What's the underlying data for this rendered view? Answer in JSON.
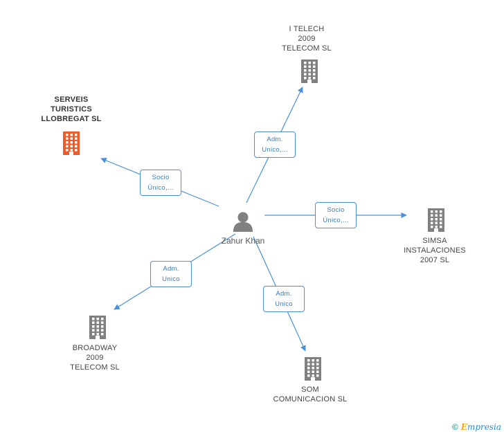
{
  "center": {
    "name": "Zahur Khan",
    "icon": "person-icon"
  },
  "companies": [
    {
      "id": "serveis",
      "lines": [
        "SERVEIS",
        "TURISTICS",
        "LLOBREGAT SL"
      ],
      "highlight": true,
      "color": "#f05a28",
      "icon": "building-icon"
    },
    {
      "id": "itelech",
      "lines": [
        "I TELECH",
        "2009",
        "TELECOM SL"
      ],
      "highlight": false,
      "color": "#808080",
      "icon": "building-icon"
    },
    {
      "id": "simsa",
      "lines": [
        "SIMSA",
        "INSTALACIONES",
        "2007 SL"
      ],
      "highlight": false,
      "color": "#808080",
      "icon": "building-icon"
    },
    {
      "id": "broadway",
      "lines": [
        "BROADWAY",
        "2009",
        "TELECOM SL"
      ],
      "highlight": false,
      "color": "#808080",
      "icon": "building-icon"
    },
    {
      "id": "som",
      "lines": [
        "SOM",
        "COMUNICACION SL"
      ],
      "highlight": false,
      "color": "#808080",
      "icon": "building-icon"
    }
  ],
  "relations": [
    {
      "to": "serveis",
      "lines": [
        "Socio",
        "Único,..."
      ]
    },
    {
      "to": "itelech",
      "lines": [
        "Adm.",
        "Unico,..."
      ]
    },
    {
      "to": "simsa",
      "lines": [
        "Socio",
        "Único,..."
      ]
    },
    {
      "to": "broadway",
      "lines": [
        "Adm.",
        "Unico"
      ]
    },
    {
      "to": "som",
      "lines": [
        "Adm.",
        "Unico"
      ]
    }
  ],
  "footer": {
    "copyright": "©",
    "brand_first": "E",
    "brand_rest": "mpresia"
  },
  "colors": {
    "edge": "#4a90d9",
    "highlight": "#f05a28",
    "building": "#808080",
    "person": "#808080"
  }
}
